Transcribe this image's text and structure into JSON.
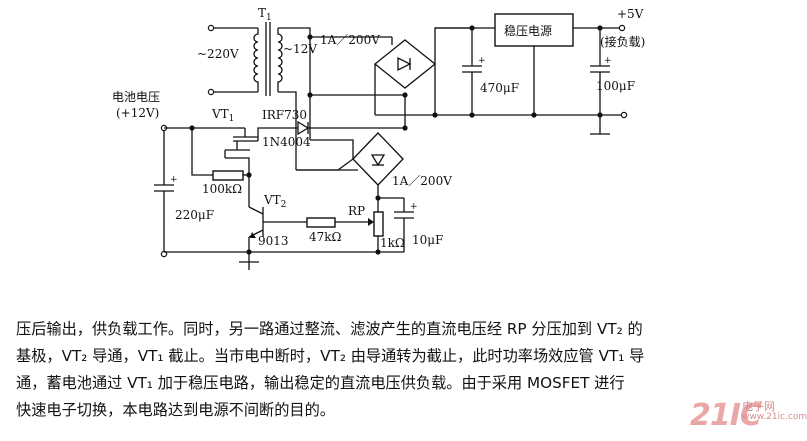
{
  "diagram": {
    "transformer": {
      "name": "T",
      "sub": "1",
      "primary_voltage": "~220V",
      "secondary_voltage": "~12V"
    },
    "bridge_top": {
      "rating": "1A／200V"
    },
    "bridge_bottom": {
      "rating": "1A／200V"
    },
    "regulator": {
      "label": "稳压电源"
    },
    "output": {
      "voltage": "+5V",
      "note": "(接负载)"
    },
    "c_470": {
      "value": "470μF",
      "polarity": "+"
    },
    "c_100": {
      "value": "100μF",
      "polarity": "+"
    },
    "battery": {
      "title": "电池电压",
      "voltage": "(+12V)"
    },
    "mosfet": {
      "name": "VT",
      "sub": "1",
      "part": "IRF730"
    },
    "diode": {
      "part": "1N4004"
    },
    "r_100k": {
      "value": "100kΩ"
    },
    "c_220": {
      "value": "220μF",
      "polarity": "+"
    },
    "transistor": {
      "name": "VT",
      "sub": "2",
      "part": "9013"
    },
    "r_47k": {
      "value": "47kΩ"
    },
    "pot": {
      "name": "RP",
      "value": "1kΩ"
    },
    "c_10": {
      "value": "10μF",
      "polarity": "+"
    }
  },
  "caption": {
    "lines": [
      "压后输出，供负载工作。同时，另一路通过整流、滤波产生的直流电压经 RP 分压加到 VT₂ 的",
      "基极，VT₂ 导通，VT₁ 截止。当市电中断时，VT₂ 由导通转为截止，此时功率场效应管 VT₁ 导",
      "通，蓄电池通过 VT₁ 加于稳压电路，输出稳定的直流电压供负载。由于采用 MOSFET 进行",
      "快速电子切换，本电路达到电源不间断的目的。"
    ]
  },
  "watermark": {
    "logo": "21IC",
    "cn": "电子网",
    "url": "www.21ic.com"
  }
}
